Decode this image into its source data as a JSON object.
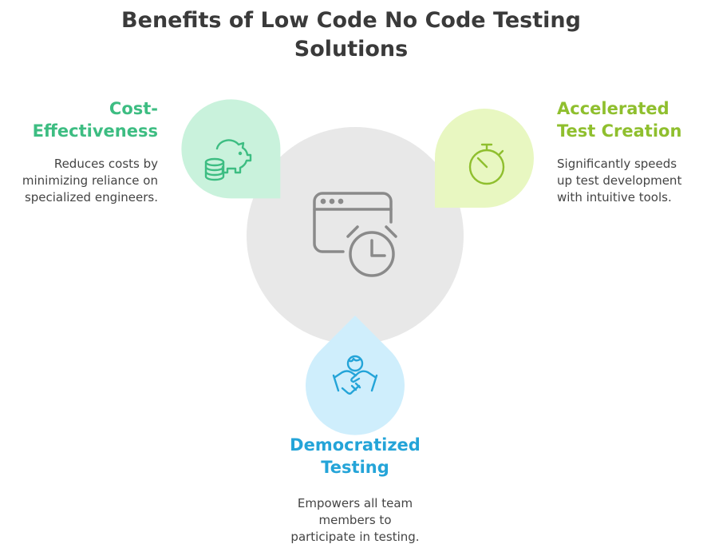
{
  "title": "Benefits of Low Code No Code Testing Solutions",
  "colors": {
    "center_circle": "#e8e8e8",
    "center_icon": "#8a8a8a",
    "cost": "#3dbd82",
    "cost_bg": "#c9f2dc",
    "accelerated": "#8fbf2e",
    "accelerated_bg": "#e8f7c1",
    "democratized": "#24a4d8",
    "democratized_bg": "#cfeefc"
  },
  "items": [
    {
      "heading": "Cost-Effectiveness",
      "heading_lines": [
        "Cost-",
        "Effectiveness"
      ],
      "desc_lines": [
        "Reduces costs by",
        "minimizing reliance on",
        "specialized engineers."
      ],
      "icon": "piggy-bank-coins-icon"
    },
    {
      "heading": "Accelerated Test Creation",
      "heading_lines": [
        "Accelerated",
        "Test Creation"
      ],
      "desc_lines": [
        "Significantly speeds",
        "up test development",
        "with intuitive tools."
      ],
      "icon": "stopwatch-icon"
    },
    {
      "heading": "Democratized Testing",
      "heading_lines": [
        "Democratized",
        "Testing"
      ],
      "desc_lines": [
        "Empowers all team",
        "members to",
        "participate in testing."
      ],
      "icon": "globe-handshake-icon"
    }
  ],
  "center_icon": "browser-clock-icon"
}
